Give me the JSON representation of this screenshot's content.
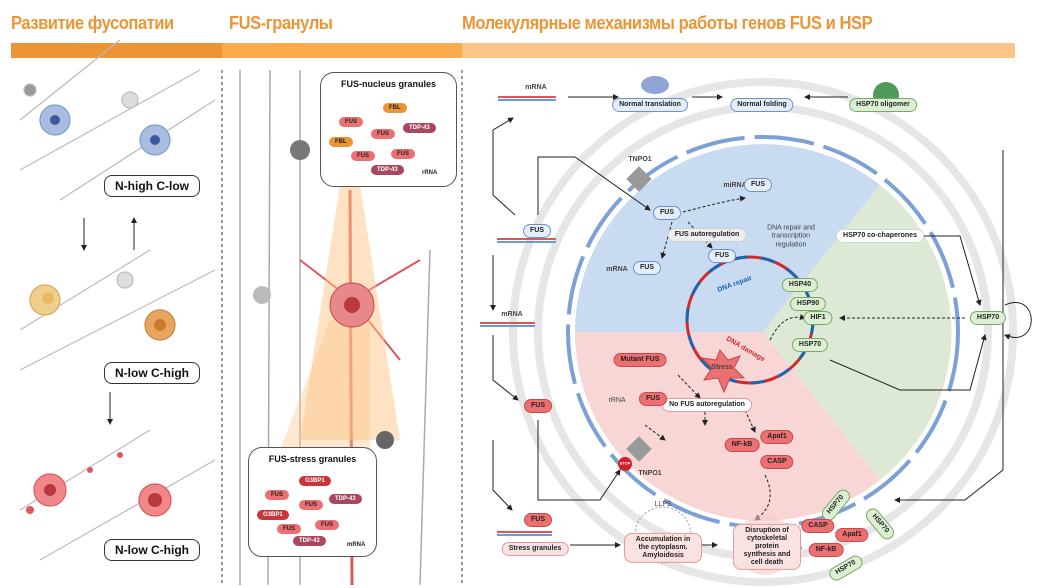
{
  "header": {
    "sections": [
      {
        "title": "Развитие фусопатии",
        "color": "#ec9535"
      },
      {
        "title": "FUS-гранулы",
        "color": "#fbab4c"
      },
      {
        "title": "Молекулярные механизмы работы генов FUS и HSP",
        "color": "#fcc587"
      }
    ]
  },
  "fusopathy": {
    "stages": [
      "N-high  C-low",
      "N-low  C-high",
      "N-low  C-high"
    ],
    "colors": {
      "healthy": "#7d9ccc",
      "intermediate": "#d9a84e",
      "disease": "#e0555a"
    }
  },
  "granules": {
    "nucleus": {
      "title": "FUS-nucleus granules",
      "proteins": [
        "FBL",
        "FUS",
        "TDP-43",
        "FBL",
        "FUS",
        "FUS",
        "FUS",
        "TDP-43"
      ],
      "rna": "rRNA"
    },
    "stress": {
      "title": "FUS-stress granules",
      "proteins": [
        "G3BP1",
        "FUS",
        "FUS",
        "TDP-43",
        "G3BP1",
        "FUS",
        "FUS",
        "TDP-43"
      ],
      "rna": "mRNA"
    }
  },
  "mechanisms": {
    "colors": {
      "nucleus_normal": "#c9dbf1",
      "nucleus_disease": "#f8d6d6",
      "hsp": "#dde8d5"
    },
    "mrna": "mRNA",
    "mirna": "miRNA",
    "rrna": "rRNA",
    "tnpo1": "TNPO1",
    "stop": "STOP",
    "llps": "LLPS",
    "normal_translation": "Normal translation",
    "normal_folding": "Normal folding",
    "hsp70_oligomer": "HSP70 oligomer",
    "fus": "FUS",
    "mutant_fus": "Mutant FUS",
    "fus_autoregulation": "FUS autoregulation",
    "no_fus_autoregulation": "No FUS autoregulation",
    "dna_repair_regulation": "DNA repair and transcription regulation",
    "dna_repair": "DNA repair",
    "dna_damage": "DNA damage",
    "stress": "Stress",
    "hsp40": "HSP40",
    "hsp90": "HSP90",
    "hif1": "HIF1",
    "hsp70": "HSP70",
    "hsp70_cochaperones": "HSP70 co-chaperones",
    "nfkb": "NF-kB",
    "apaf1": "Apaf1",
    "casp": "CASP",
    "stress_granules": "Stress granules",
    "accumulation": "Accumulation in the cytoplasm. Amyloidosis",
    "disruption": "Disruption of cytoskeletal protein synthesis and cell death"
  }
}
